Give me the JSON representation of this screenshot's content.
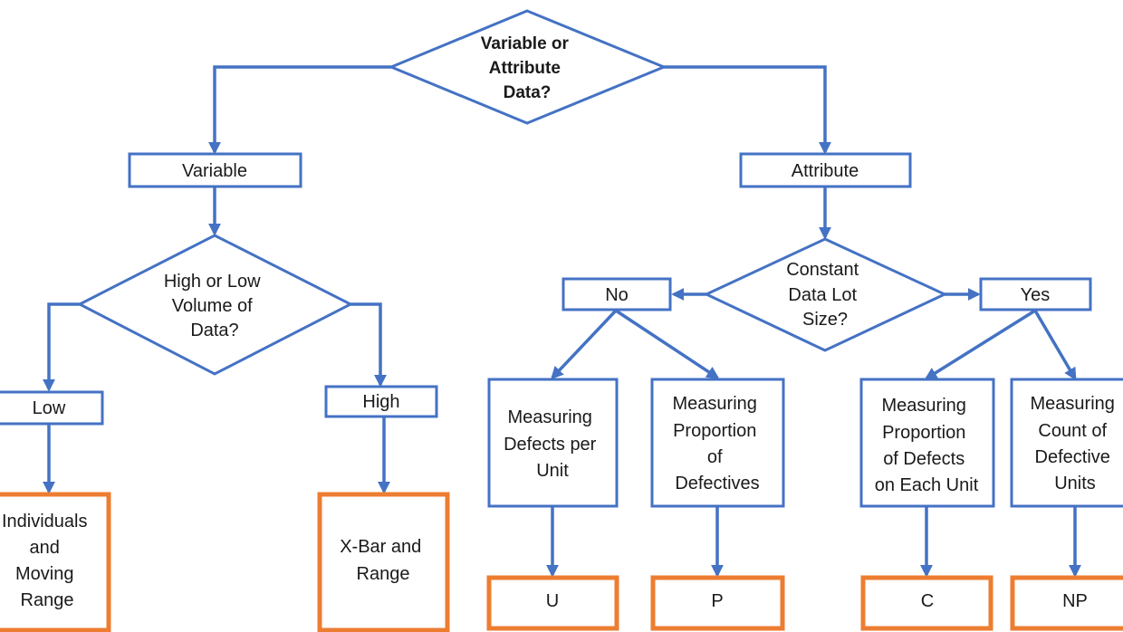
{
  "colors": {
    "decision_stroke": "#4472c4",
    "result_stroke": "#ed7d31",
    "background": "#ffffff",
    "text": "#1a1a1a"
  },
  "nodes": {
    "root_decision": [
      "Variable or",
      "Attribute",
      "Data?"
    ],
    "variable": [
      "Variable"
    ],
    "attribute": [
      "Attribute"
    ],
    "volume_decision": [
      "High or Low",
      "Volume of",
      "Data?"
    ],
    "lot_decision": [
      "Constant",
      "Data Lot",
      "Size?"
    ],
    "low": [
      "Low"
    ],
    "high": [
      "High"
    ],
    "no": [
      "No"
    ],
    "yes": [
      "Yes"
    ],
    "defects_per_unit": [
      "Measuring",
      "Defects per",
      "Unit"
    ],
    "proportion_defectives": [
      "Measuring",
      "Proportion",
      "of",
      "Defectives"
    ],
    "proportion_defects_each_unit": [
      "Measuring",
      "Proportion",
      "of Defects",
      "on Each Unit"
    ],
    "count_defective_units": [
      "Measuring",
      "Count of",
      "Defective",
      "Units"
    ],
    "individuals_moving_range": [
      "Individuals",
      "and",
      "Moving",
      "Range"
    ],
    "xbar_range": [
      "X-Bar and",
      "Range"
    ],
    "u_chart": [
      "U"
    ],
    "p_chart": [
      "P"
    ],
    "c_chart": [
      "C"
    ],
    "np_chart": [
      "NP"
    ]
  }
}
